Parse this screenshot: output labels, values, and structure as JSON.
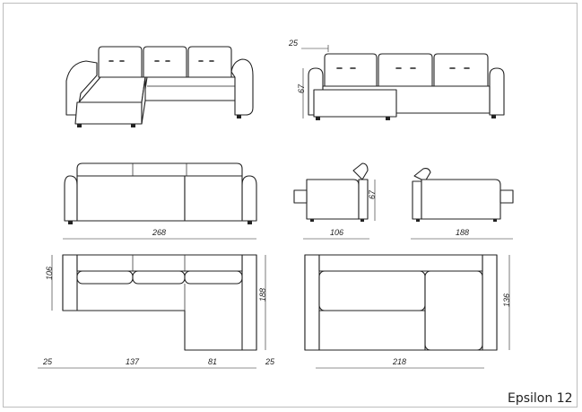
{
  "product": {
    "name": "Epsilon 12"
  },
  "dimensions": {
    "d25_top": "25",
    "d67_front": "67",
    "d268": "268",
    "d106_side": "106",
    "d67_side": "67",
    "d188_side": "188",
    "d106_plan": "106",
    "d188_plan": "188",
    "d25_left": "25",
    "d137": "137",
    "d81": "81",
    "d25_right": "25",
    "d218": "218",
    "d136": "136"
  }
}
